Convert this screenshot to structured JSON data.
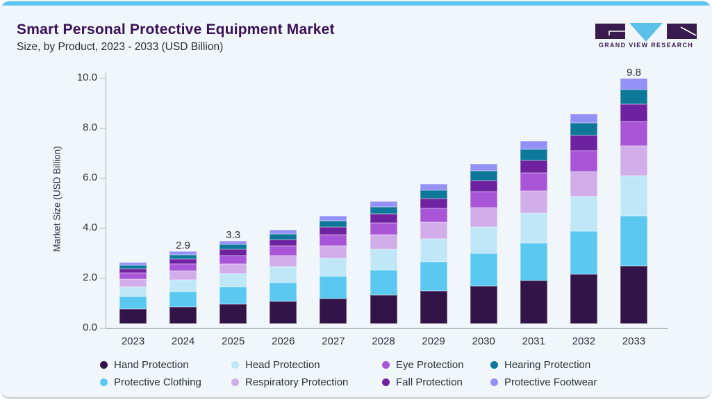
{
  "header": {
    "title": "Smart Personal Protective Equipment Market",
    "subtitle": "Size, by Product, 2023 - 2033 (USD Billion)"
  },
  "brand": {
    "name": "GRAND VIEW RESEARCH",
    "logo_purple": "#3a1b4d",
    "logo_blue": "#5bc1ea"
  },
  "colors": {
    "accent_top_bar": "#58c6f1",
    "card_background": "#f0f6fa",
    "title_text": "#3a1157",
    "body_text": "#2a3140",
    "axis_line": "#a9afb7"
  },
  "chart_data": {
    "type": "bar",
    "stacked": true,
    "title": "Smart Personal Protective Equipment Market Size, by Product, 2023 - 2033 (USD Billion)",
    "ylabel": "Market Size (USD Billion)",
    "xlabel": "",
    "ylim": [
      0,
      10
    ],
    "yticks": [
      "0.0",
      "2.0",
      "4.0",
      "6.0",
      "8.0",
      "10.0"
    ],
    "grid": false,
    "legend_position": "bottom",
    "categories": [
      "2023",
      "2024",
      "2025",
      "2026",
      "2027",
      "2028",
      "2029",
      "2030",
      "2031",
      "2032",
      "2033"
    ],
    "series": [
      {
        "name": "Hand Protection",
        "color": "#321448",
        "values": [
          0.58,
          0.68,
          0.78,
          0.88,
          1.01,
          1.15,
          1.32,
          1.5,
          1.72,
          1.97,
          2.3
        ]
      },
      {
        "name": "Protective Clothing",
        "color": "#5bc8f2",
        "values": [
          0.5,
          0.59,
          0.68,
          0.77,
          0.88,
          1.0,
          1.15,
          1.31,
          1.5,
          1.72,
          2.01
        ]
      },
      {
        "name": "Head Protection",
        "color": "#bfe7f8",
        "values": [
          0.4,
          0.48,
          0.54,
          0.62,
          0.71,
          0.81,
          0.92,
          1.06,
          1.2,
          1.39,
          1.62
        ]
      },
      {
        "name": "Respiratory Protection",
        "color": "#d1adea",
        "values": [
          0.29,
          0.35,
          0.4,
          0.45,
          0.52,
          0.59,
          0.67,
          0.77,
          0.88,
          1.01,
          1.18
        ]
      },
      {
        "name": "Eye Protection",
        "color": "#a855d8",
        "values": [
          0.25,
          0.29,
          0.33,
          0.38,
          0.43,
          0.49,
          0.56,
          0.64,
          0.73,
          0.84,
          0.98
        ]
      },
      {
        "name": "Fall Protection",
        "color": "#6f22a0",
        "values": [
          0.17,
          0.2,
          0.23,
          0.26,
          0.3,
          0.34,
          0.39,
          0.45,
          0.51,
          0.59,
          0.69
        ]
      },
      {
        "name": "Hearing Protection",
        "color": "#0d7899",
        "values": [
          0.15,
          0.17,
          0.2,
          0.23,
          0.26,
          0.29,
          0.34,
          0.38,
          0.44,
          0.5,
          0.59
        ]
      },
      {
        "name": "Protective Footwear",
        "color": "#9390f6",
        "values": [
          0.11,
          0.13,
          0.15,
          0.17,
          0.19,
          0.22,
          0.25,
          0.29,
          0.33,
          0.38,
          0.43
        ]
      }
    ],
    "totals": [
      2.45,
      2.89,
      3.31,
      3.76,
      4.3,
      4.89,
      5.6,
      6.4,
      7.31,
      8.4,
      9.8
    ],
    "bar_value_labels": {
      "2024": "2.9",
      "2025": "3.3",
      "2033": "9.8"
    },
    "legend_rows": [
      [
        {
          "label": "Hand Protection",
          "color": "#321448"
        },
        {
          "label": "Head Protection",
          "color": "#bfe7f8"
        },
        {
          "label": "Eye Protection",
          "color": "#a855d8"
        },
        {
          "label": "Hearing Protection",
          "color": "#0d7899"
        }
      ],
      [
        {
          "label": "Protective Clothing",
          "color": "#5bc8f2"
        },
        {
          "label": "Respiratory Protection",
          "color": "#d1adea"
        },
        {
          "label": "Fall Protection",
          "color": "#6f22a0"
        },
        {
          "label": "Protective Footwear",
          "color": "#9390f6"
        }
      ]
    ]
  }
}
